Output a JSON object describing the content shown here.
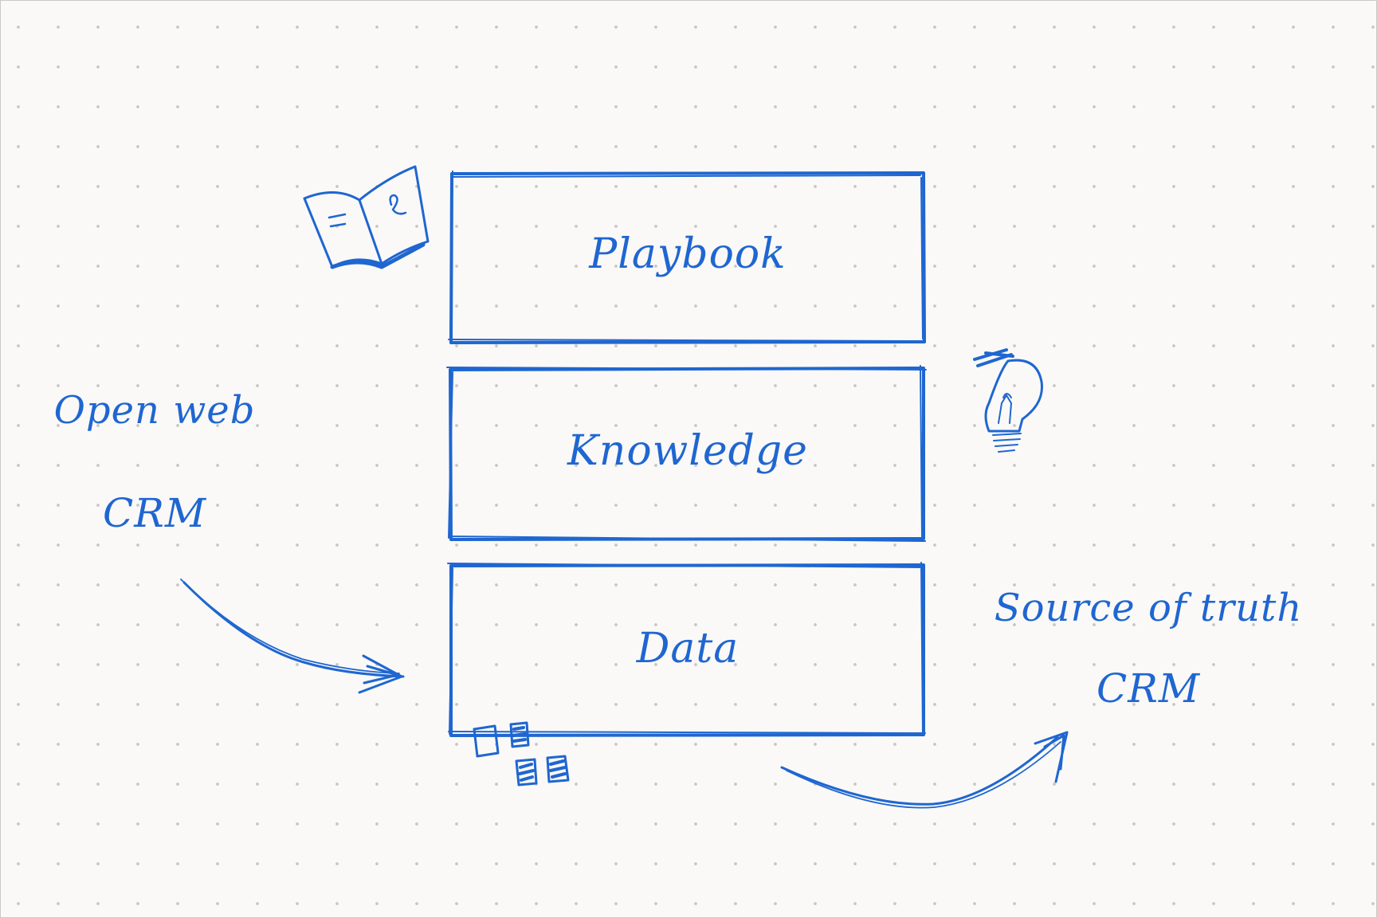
{
  "colors": {
    "ink": "#1f66d1",
    "paper": "#faf9f7",
    "dots": "#c8c6c2"
  },
  "layers": [
    {
      "label": "Playbook",
      "icon": "open-book-icon"
    },
    {
      "label": "Knowledge",
      "icon": "lightbulb-icon"
    },
    {
      "label": "Data",
      "icon": "data-blocks-icon"
    }
  ],
  "left_note": {
    "line1": "Open web",
    "line2": "CRM"
  },
  "right_note": {
    "line1": "Source of truth",
    "line2": "CRM"
  }
}
